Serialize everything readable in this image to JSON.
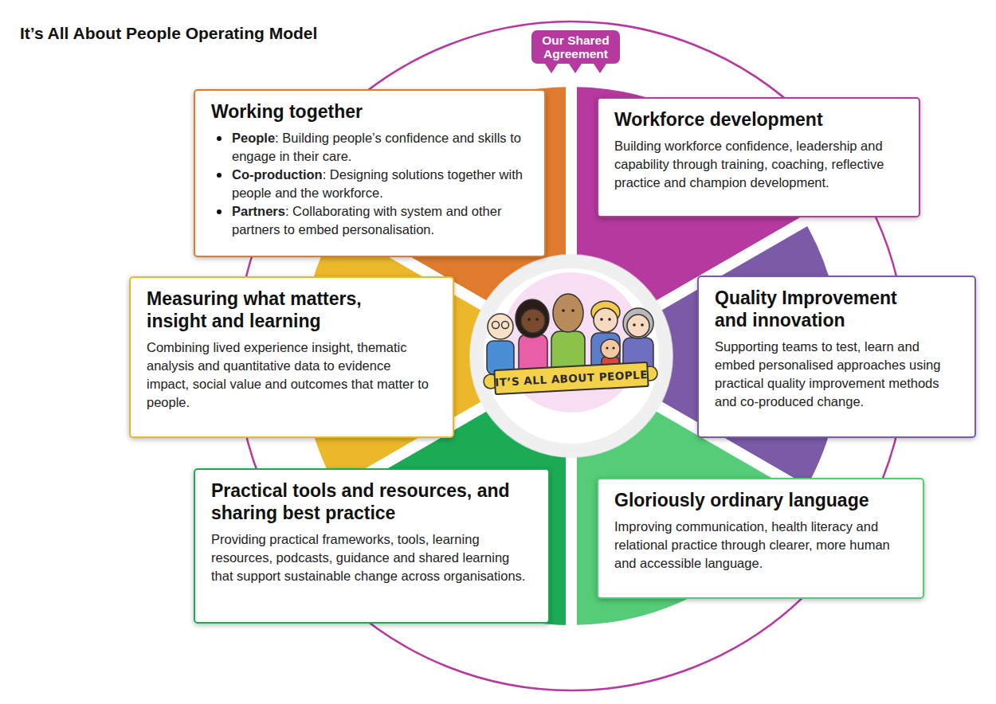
{
  "diagram": {
    "title": "It’s All About People Operating Model",
    "nodes": [
      {
        "text": [
          "Our Shared Agreement"
        ]
      },
      {
        "text": [
          "Working together",
          "People: Building people’s confidence and skills to engage in their care.",
          "Co-production: Designing solutions together with people and the workforce.",
          "Partners: Collaborating with system and other partners to embed personalisation."
        ]
      },
      {
        "text": [
          "Workforce development",
          "Building workforce confidence, leadership and capability through training, coaching, reflective practice and champion development."
        ]
      },
      {
        "text": [
          "Measuring what matters, insight and learning",
          "Combining lived experience insight, thematic analysis and quantitative data to evidence impact, social value and outcomes that matter to people."
        ]
      },
      {
        "text": [
          "IT’S ALL ABOUT PEOPLE"
        ]
      },
      {
        "text": [
          "Quality Improvement and innovation",
          "Supporting teams to test, learn and embed personalised approaches using practical quality improvement methods and co-produced change."
        ]
      },
      {
        "text": [
          "Practical tools and resources, and sharing best practice",
          "Providing practical frameworks, tools, learning resources, podcasts, guidance and shared learning that support sustainable change across organisations."
        ]
      },
      {
        "text": [
          "Gloriously ordinary language",
          "Improving communication, health literacy and relational practice through clearer, more human and accessible language."
        ]
      }
    ]
  }
}
